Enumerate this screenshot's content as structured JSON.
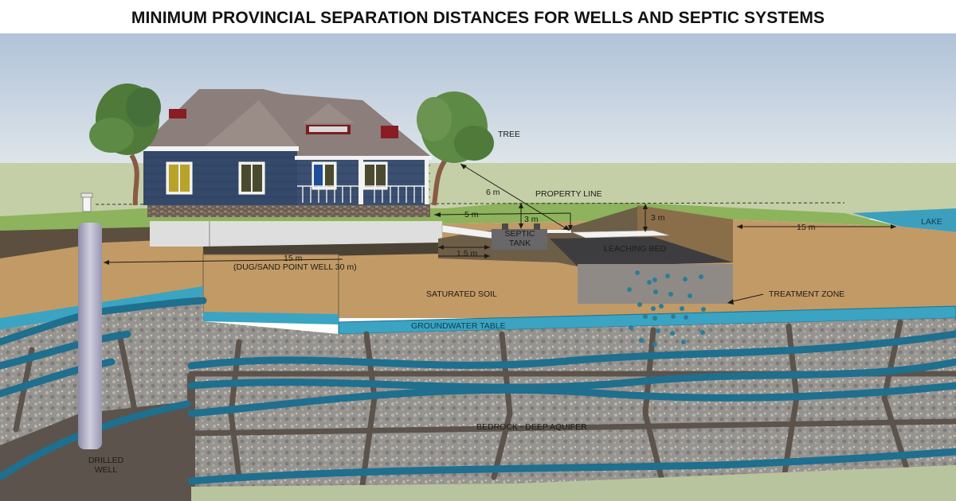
{
  "title": "MINIMUM PROVINCIAL SEPARATION DISTANCES FOR WELLS AND SEPTIC SYSTEMS",
  "labels": {
    "tree": "TREE",
    "property_line": "PROPERTY LINE",
    "lake": "LAKE",
    "septic_tank_line1": "SEPTIC",
    "septic_tank_line2": "TANK",
    "leaching_bed": "LEACHING BED",
    "saturated_soil": "SATURATED SOIL",
    "treatment_zone": "TREATMENT ZONE",
    "groundwater_table": "GROUNDWATER TABLE",
    "bedrock": "BEDROCK - DEEP AQUIFER",
    "drilled_well_line1": "DRILLED",
    "drilled_well_line2": "WELL"
  },
  "distances": {
    "tree_to_leaching_bed": "6 m",
    "house_to_property_line": "5 m",
    "septic_to_property_line": "3 m",
    "leaching_bed_to_property_line": "3 m",
    "leaching_bed_to_lake": "15 m",
    "septic_tank_to_house": "1.5 m",
    "well_to_septic": "15 m",
    "dug_well_note": "(DUG/SAND POINT WELL 30 m)"
  },
  "colors": {
    "sky": "#c9d6e2",
    "field": "#c4cfa7",
    "grass": "#8fb25e",
    "soil": "#c29a66",
    "dark_soil": "#5f5242",
    "groundwater": "#3aa4c2",
    "aquifer": "#1f6f8f",
    "rock": "#9a9894",
    "rock_joint": "#5c534c",
    "house_siding": "#34486a",
    "roof": "#8c7e7a",
    "well_casing": "#b4b2c6",
    "concrete": "#68686a"
  }
}
